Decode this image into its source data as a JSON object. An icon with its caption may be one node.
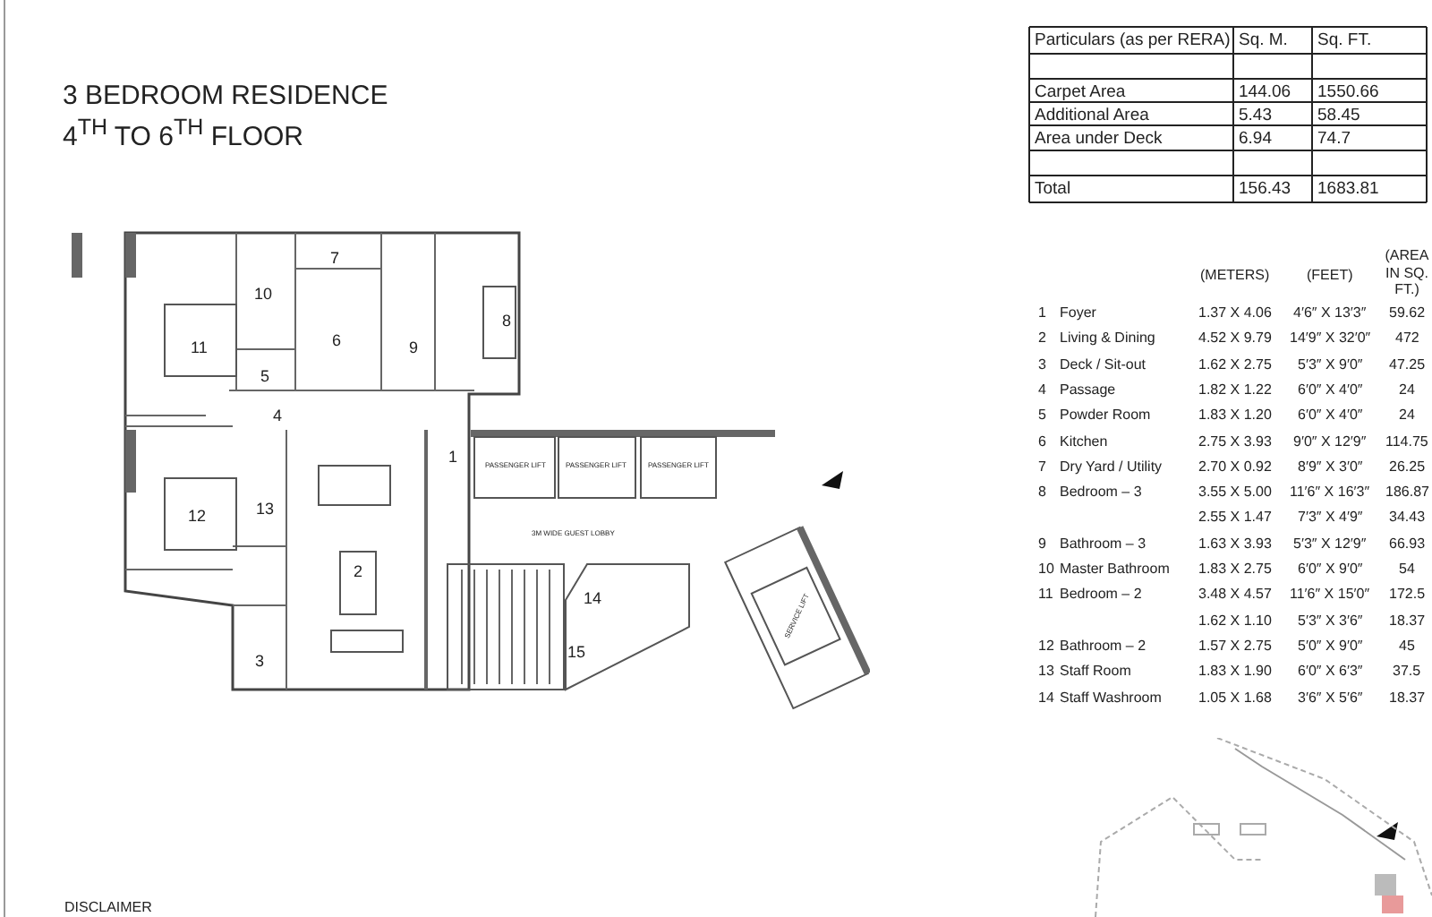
{
  "diagram": {
    "title": "3 BEDROOM RESIDENCE",
    "labels": [
      "4$^{TH}$ TO 6$^{TH}$ FLOOR",
      "Particulars (as per RERA)",
      "Sq. M.",
      "Sq. FT.",
      "Carpet Area",
      "144.06",
      "1550.66",
      "Additional Area",
      "5.43",
      "58.45",
      "Area under Deck",
      "6.94",
      "74.7",
      "Total",
      "156.43",
      "1683.81",
      "7",
      "10",
      "6",
      "9",
      "8",
      "11",
      "5",
      "4",
      "1",
      "13",
      "12",
      "2",
      "3",
      "14",
      "15",
      "PASSENGER LIFT",
      "PASSENGER LIFT",
      "PASSENGER LIFT",
      "3M WIDE GUEST LOBBY",
      "SERVICE LIFT",
      "(METERS)",
      "(FEET)",
      "(AREA IN SQ. FT.)",
      "1",
      "Foyer",
      "1.37 X 4.06",
      "4′6″ X 13′3″",
      "59.62",
      "2",
      "Living & Dining",
      "4.52 X 9.79",
      "14′9″ X 32′0″",
      "472",
      "3",
      "Deck / Sit-out",
      "1.62 X 2.75",
      "5′3″ X 9′0″",
      "47.25",
      "4",
      "Passage",
      "1.82 X 1.22",
      "6′0″ X 4′0″",
      "24",
      "5",
      "Powder Room",
      "1.83 X 1.20",
      "6′0″ X 4′0″",
      "24",
      "6",
      "Kitchen",
      "2.75 X 3.93",
      "9′0″ X 12′9″",
      "114.75",
      "7",
      "Dry Yard / Utility",
      "2.70 X 0.92",
      "8′9″ X 3′0″",
      "26.25",
      "8",
      "Bedroom – 3",
      "3.55 X 5.00",
      "11′6″ X 16′3″",
      "186.87",
      "2.55 X 1.47",
      "7′3″ X 4′9″",
      "34.43",
      "9",
      "Bathroom – 3",
      "1.63 X 3.93",
      "5′3″ X 12′9″",
      "66.93",
      "10",
      "Master Bathroom",
      "1.83 X 2.75",
      "6′0″ X 9′0″",
      "54",
      "11",
      "Bedroom – 2",
      "3.48 X 4.57",
      "11′6″ X 15′0″",
      "172.5",
      "1.62 X 1.10",
      "5′3″ X 3′6″",
      "18.37",
      "12",
      "Bathroom – 2",
      "1.57 X 2.75",
      "5′0″ X 9′0″",
      "45",
      "13",
      "Staff Room",
      "1.83 X 1.90",
      "6′0″ X 6′3″",
      "37.5",
      "14",
      "Staff Washroom",
      "1.05 X 1.68",
      "3′6″ X 5′6″",
      "18.37",
      "DISCLAIMER"
    ]
  }
}
